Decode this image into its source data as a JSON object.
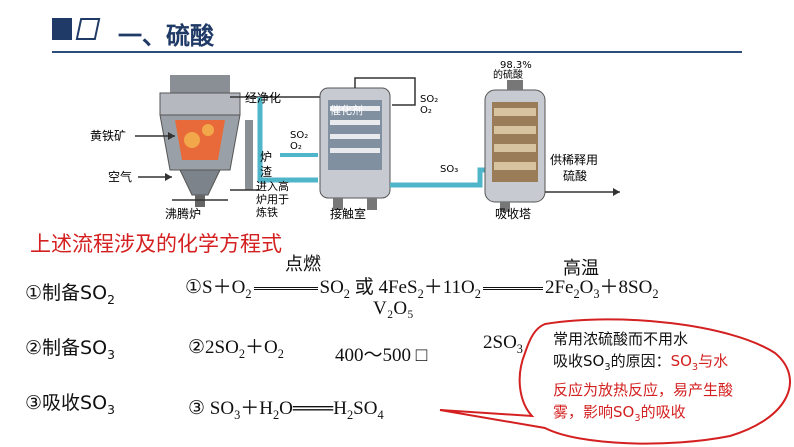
{
  "header": {
    "title": "一、硫酸"
  },
  "diagram": {
    "labels": {
      "pyrite": "黄铁矿",
      "air": "空气",
      "furnace": "沸腾炉",
      "purify": "经净化",
      "slag1": "炉",
      "slag2": "渣",
      "slag_note": [
        "进入高",
        "炉用于",
        "炼铁"
      ],
      "so2_o2_a": [
        "SO₂",
        "O₂"
      ],
      "catalyst": "催化剂",
      "so2_o2_b": [
        "SO₂",
        "O₂"
      ],
      "contact": "接触室",
      "so3": "SO₃",
      "acid983": [
        "98.3%",
        "的硫酸"
      ],
      "absorber": "吸收塔",
      "dilute": [
        "供稀释用",
        "硫酸"
      ]
    }
  },
  "section_title": "上述流程涉及的化学方程式",
  "rows": {
    "r1_label": "①制备SO",
    "r1_label_sub": "2",
    "r1_eq_prefix": "①S＋O",
    "r1_eq_mid": "SO",
    "r1_or": "或",
    "r1_eq2_a": "4FeS",
    "r1_eq2_b": "＋11O",
    "r1_eq2_c": "2Fe",
    "r1_eq2_d": "O",
    "r1_eq2_e": "＋8SO",
    "cond_ignite": "点燃",
    "cond_hightemp": "高温",
    "r2_catalyst": "V₂O₅",
    "r2_label": "②制备SO",
    "r2_label_sub": "3",
    "r2_eq_prefix": "②2SO",
    "r2_eq_mid": "＋O",
    "r2_temp": "400～500 ",
    "r2_temp_box": "□",
    "r2_product": "2SO",
    "r3_label": "③吸收SO",
    "r3_label_sub": "3",
    "r3_eq_a": "③ SO",
    "r3_eq_b": "＋H",
    "r3_eq_c": "O═══H",
    "r3_eq_d": "SO"
  },
  "callout": {
    "line1": "常用浓硫酸而不用水",
    "line2a": "吸收SO",
    "line2b": "的原因：",
    "line2c_red": "SO",
    "line2d_red": "与水",
    "line3_red": "反应为放热反应，易产生酸",
    "line4a_red": "雾，影响SO",
    "line4b_red": "的吸收"
  }
}
